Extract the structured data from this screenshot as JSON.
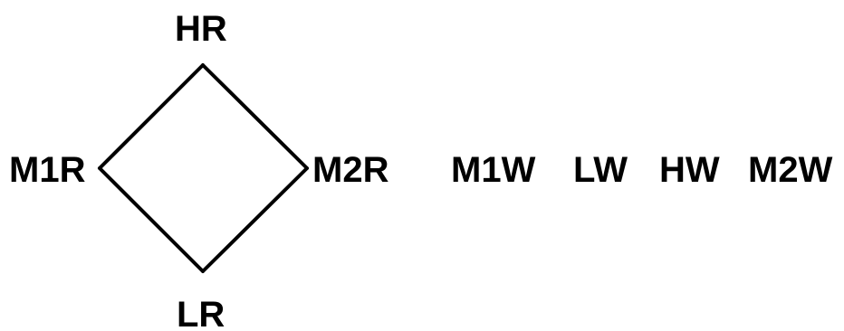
{
  "diamond": {
    "top_label": "HR",
    "left_label": "M1R",
    "right_label": "M2R",
    "bottom_label": "LR",
    "edges": [
      {
        "from": "HR",
        "to": "M2R"
      },
      {
        "from": "M2R",
        "to": "LR"
      },
      {
        "from": "LR",
        "to": "M1R"
      },
      {
        "from": "M1R",
        "to": "HR"
      }
    ]
  },
  "isolated_nodes": [
    "M1W",
    "LW",
    "HW",
    "M2W"
  ],
  "colors": {
    "text": "#000000",
    "line": "#000000",
    "background": "#ffffff"
  }
}
